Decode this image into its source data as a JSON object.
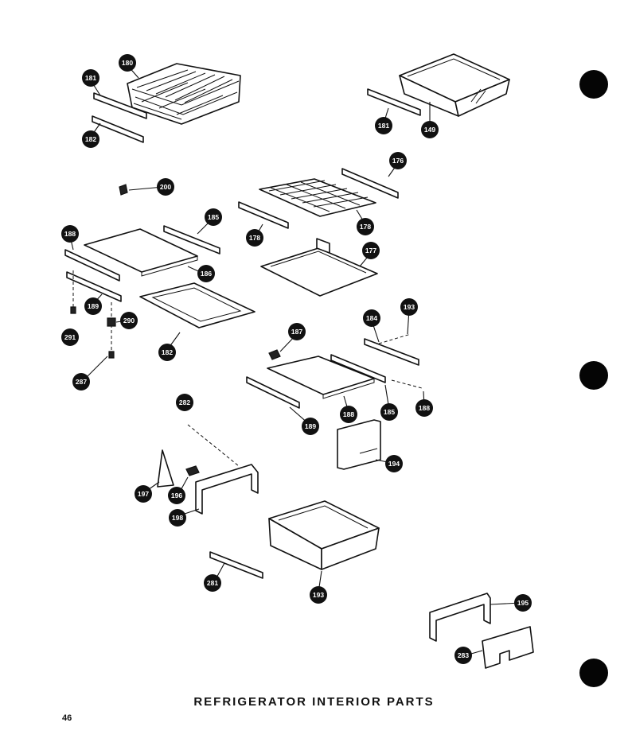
{
  "title": "REFRIGERATOR INTERIOR PARTS",
  "page_number": "46",
  "callouts": [
    {
      "id": "c180",
      "label": "180"
    },
    {
      "id": "c181a",
      "label": "181"
    },
    {
      "id": "c182a",
      "label": "182"
    },
    {
      "id": "c181b",
      "label": "181"
    },
    {
      "id": "c149",
      "label": "149"
    },
    {
      "id": "c200",
      "label": "200"
    },
    {
      "id": "c176a",
      "label": "176"
    },
    {
      "id": "c178a",
      "label": "178"
    },
    {
      "id": "c178b",
      "label": "178"
    },
    {
      "id": "c185a",
      "label": "185"
    },
    {
      "id": "c188a",
      "label": "188"
    },
    {
      "id": "c186",
      "label": "186"
    },
    {
      "id": "c177",
      "label": "177"
    },
    {
      "id": "c189a",
      "label": "189"
    },
    {
      "id": "c291",
      "label": "291"
    },
    {
      "id": "c290",
      "label": "290"
    },
    {
      "id": "c182b",
      "label": "182"
    },
    {
      "id": "c287",
      "label": "287"
    },
    {
      "id": "c193a",
      "label": "193"
    },
    {
      "id": "c184",
      "label": "184"
    },
    {
      "id": "c187",
      "label": "187"
    },
    {
      "id": "c188b",
      "label": "188"
    },
    {
      "id": "c185b",
      "label": "185"
    },
    {
      "id": "c189b",
      "label": "189"
    },
    {
      "id": "c188c",
      "label": "188"
    },
    {
      "id": "c282",
      "label": "282"
    },
    {
      "id": "c194",
      "label": "194"
    },
    {
      "id": "c197",
      "label": "197"
    },
    {
      "id": "c196",
      "label": "196"
    },
    {
      "id": "c198",
      "label": "198"
    },
    {
      "id": "c281",
      "label": "281"
    },
    {
      "id": "c193b",
      "label": "193"
    },
    {
      "id": "c195",
      "label": "195"
    },
    {
      "id": "c283",
      "label": "283"
    }
  ]
}
